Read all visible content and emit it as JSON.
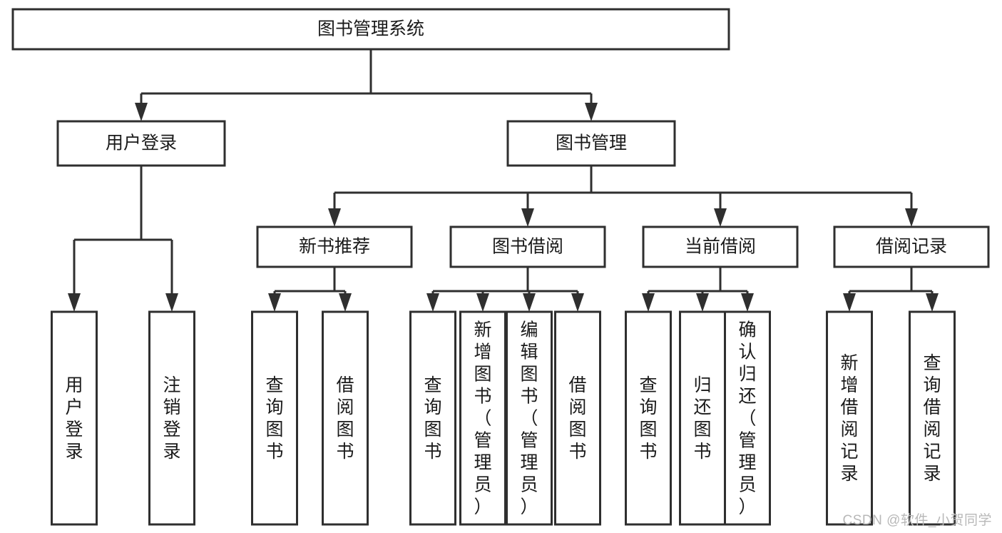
{
  "diagram": {
    "title": "图书管理系统",
    "type": "tree",
    "orientation": "top-down",
    "colors": {
      "background": "#ffffff",
      "box_stroke": "#2f2f2f",
      "box_fill": "#ffffff",
      "text": "#1a1a1a",
      "connector": "#2f2f2f",
      "watermark": "#b8b8b8"
    },
    "root": {
      "label": "图书管理系统",
      "level": 0
    },
    "level2": [
      {
        "label": "用户登录"
      },
      {
        "label": "图书管理"
      }
    ],
    "level3": [
      {
        "label": "新书推荐"
      },
      {
        "label": "图书借阅"
      },
      {
        "label": "当前借阅"
      },
      {
        "label": "借阅记录"
      }
    ],
    "leaves": {
      "user_login": [
        {
          "label": "用户登录"
        },
        {
          "label": "注销登录"
        }
      ],
      "new_book_recommend": [
        {
          "label": "查询图书"
        },
        {
          "label": "借阅图书"
        }
      ],
      "book_borrow": [
        {
          "label": "查询图书"
        },
        {
          "label": "新增图书（管理员）"
        },
        {
          "label": "编辑图书（管理员）"
        },
        {
          "label": "借阅图书"
        }
      ],
      "current_borrow": [
        {
          "label": "查询图书"
        },
        {
          "label": "归还图书"
        },
        {
          "label": "确认归还（管理员）"
        }
      ],
      "borrow_record": [
        {
          "label": "新增借阅记录"
        },
        {
          "label": "查询借阅记录"
        }
      ]
    }
  },
  "watermark": {
    "text": "CSDN @软件_小贺同学"
  }
}
